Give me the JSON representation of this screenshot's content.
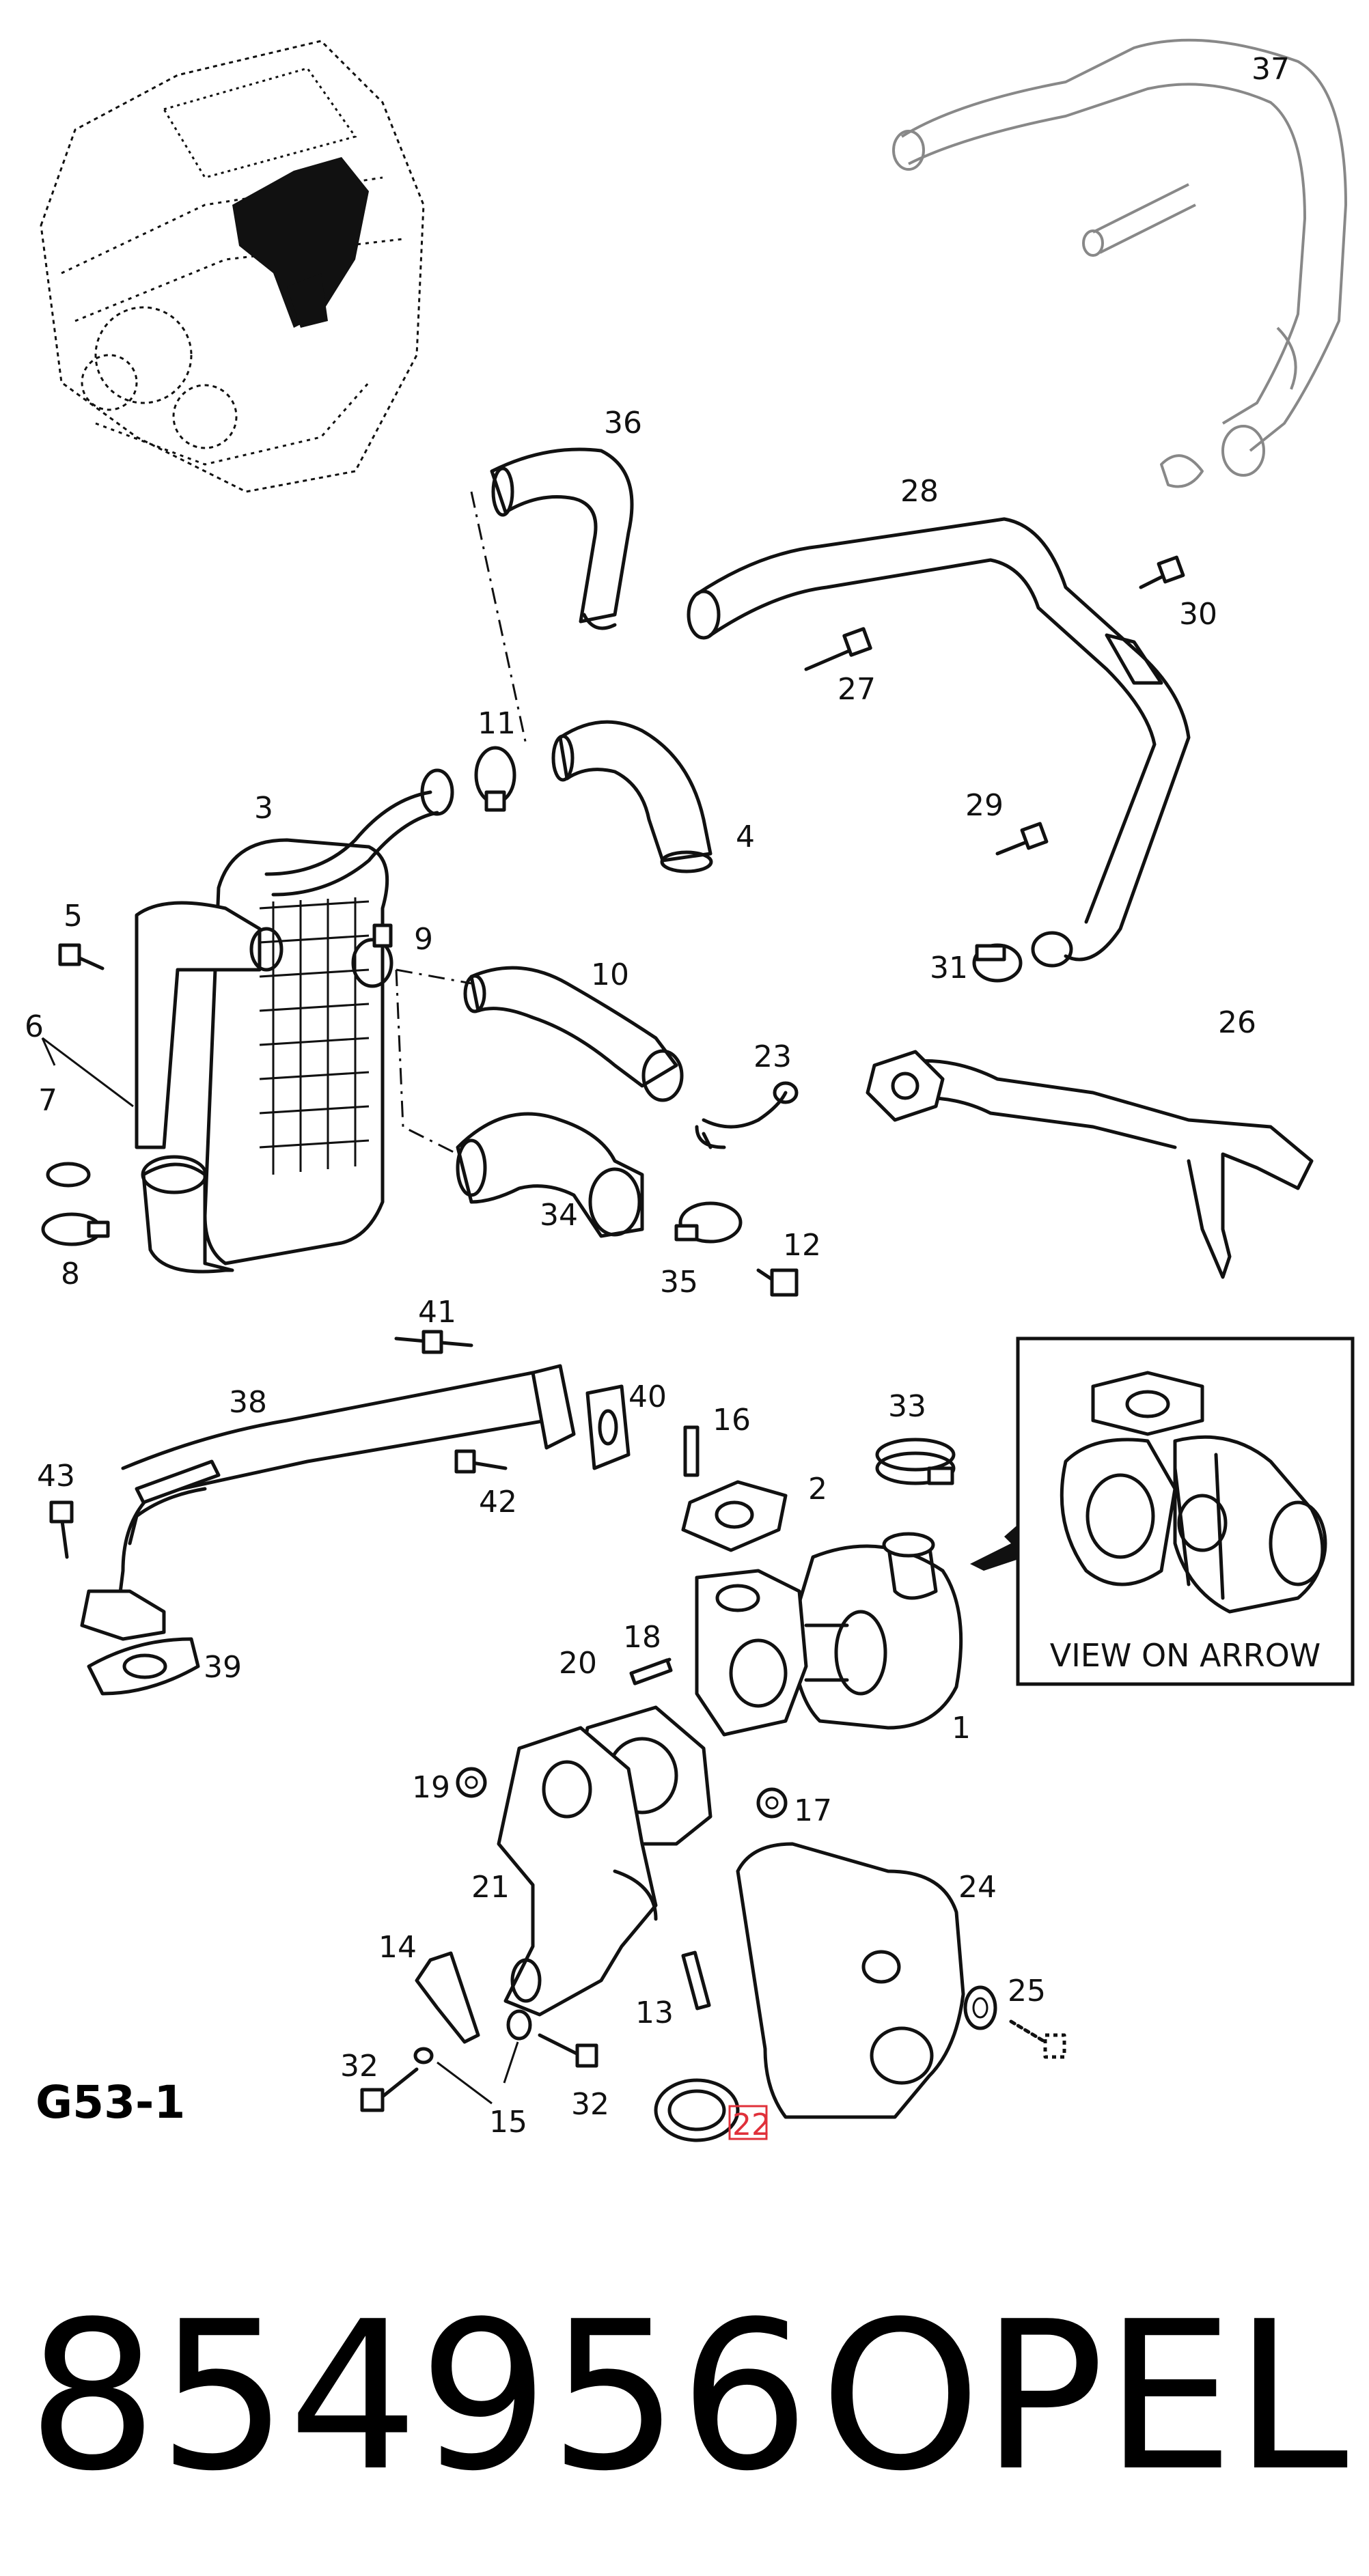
{
  "figure_code": "G53-1",
  "inset_caption": "VIEW ON ARROW",
  "part_number": "854956",
  "brand": "OPEL",
  "callouts": {
    "c1": "1",
    "c2": "2",
    "c3": "3",
    "c4": "4",
    "c5": "5",
    "c6": "6",
    "c7": "7",
    "c8": "8",
    "c9": "9",
    "c10": "10",
    "c11": "11",
    "c12": "12",
    "c13": "13",
    "c14": "14",
    "c15": "15",
    "c16": "16",
    "c17": "17",
    "c18": "18",
    "c19": "19",
    "c20": "20",
    "c21": "21",
    "c22": "22",
    "c23": "23",
    "c24": "24",
    "c25": "25",
    "c26": "26",
    "c27": "27",
    "c28": "28",
    "c29": "29",
    "c30": "30",
    "c31": "31",
    "c32a": "32",
    "c32b": "32",
    "c33": "33",
    "c34": "34",
    "c35": "35",
    "c36": "36",
    "c37": "37",
    "c38": "38",
    "c39": "39",
    "c40": "40",
    "c41": "41",
    "c42": "42",
    "c43": "43"
  },
  "highlight_color": "#e0303a"
}
